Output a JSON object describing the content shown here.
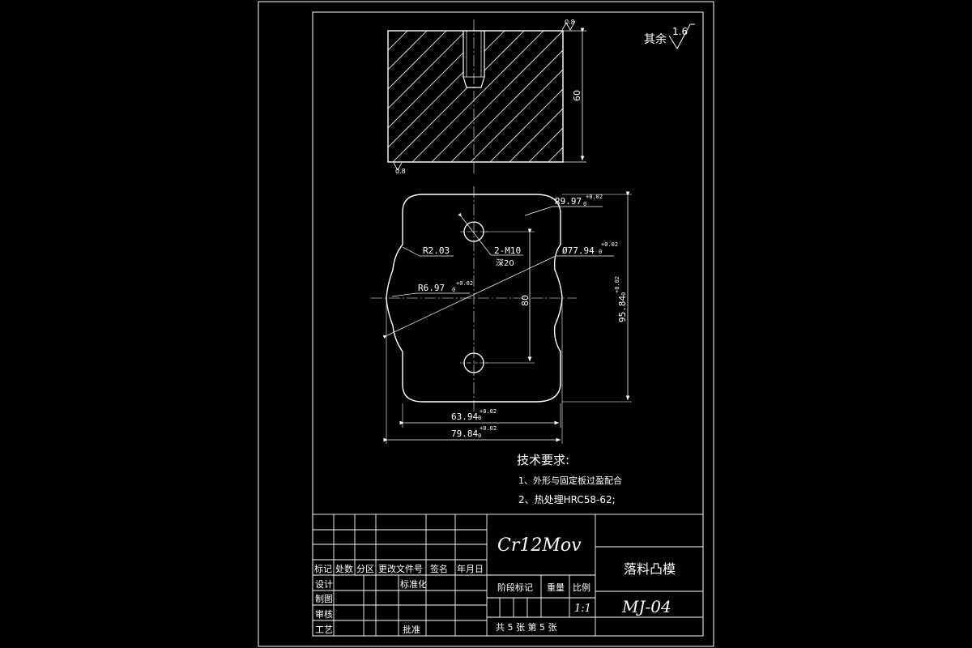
{
  "drawing": {
    "surface_finish_note": {
      "label": "其余",
      "value": "1.6"
    },
    "roughness_top": "0.8",
    "roughness_bottom": "0.8",
    "dim_height": "60",
    "dim_r_corner": "R9.97",
    "dim_r_corner_tol": "+0.02",
    "dim_r_corner_tol_low": "0",
    "dim_r_small": "R2.03",
    "dim_thread": "2-M10",
    "dim_thread_depth": "深20",
    "dim_diameter": "Ø77.94",
    "dim_diameter_tol": "+0.02",
    "dim_diameter_tol_low": "0",
    "dim_r_side": "R6.97",
    "dim_r_side_tol": "+0.02",
    "dim_r_side_tol_low": "0",
    "dim_hole_spacing": "80",
    "dim_overall_height": "95.84",
    "dim_overall_height_tol": "+0.02",
    "dim_overall_height_tol_low": "0",
    "dim_inner_width": "63.94",
    "dim_inner_width_tol": "+0.02",
    "dim_inner_width_tol_low": "0",
    "dim_outer_width": "79.84",
    "dim_outer_width_tol": "+0.02",
    "dim_outer_width_tol_low": "0"
  },
  "requirements": {
    "title": "技术要求:",
    "items": [
      "1、外形与固定板过盈配合",
      "2、热处理HRC58-62;"
    ]
  },
  "title_block": {
    "material": "Cr12Mov",
    "part_name": "落料凸模",
    "drawing_no": "MJ-04",
    "header_cells": [
      "标记",
      "处数",
      "分区",
      "更改文件号",
      "签名",
      "年月日"
    ],
    "row_labels": [
      "设计",
      "制图",
      "审核",
      "工艺"
    ],
    "standardize": "标准化",
    "approve": "批准",
    "stage_mark": "阶段标记",
    "weight": "重量",
    "scale_label": "比例",
    "scale": "1:1",
    "sheets": "共 5 张 第 5 张"
  }
}
